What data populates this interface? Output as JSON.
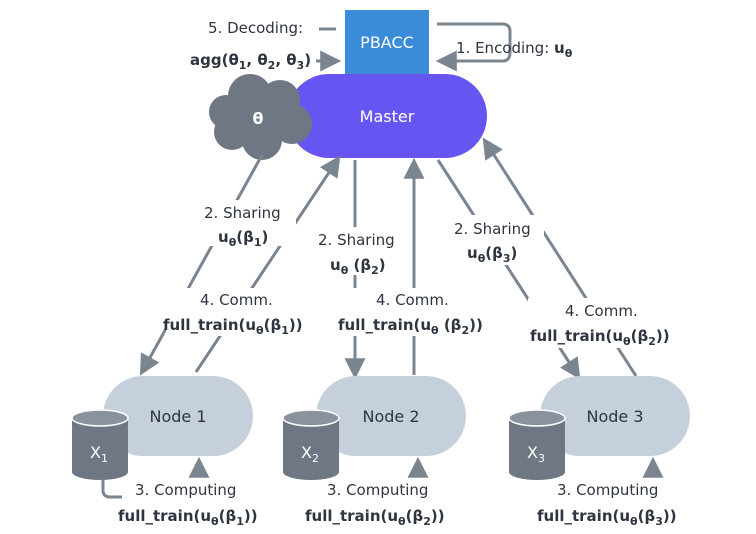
{
  "colors": {
    "pbacc": "#3a8bd8",
    "master": "#6655f0",
    "cloud": "#6f7784",
    "node": "#c5d0dc",
    "cylinder": "#6f7784",
    "arrow": "#7a8590"
  },
  "pbacc": {
    "label": "PBACC"
  },
  "master": {
    "label": "Master"
  },
  "cloud": {
    "label": "θ"
  },
  "decoding": {
    "line1": "5. Decoding:",
    "line2": "agg(θ",
    "s1": "1",
    "sep1": ", θ",
    "s2": "2",
    "sep2": ", θ",
    "s3": "3",
    "close": ")"
  },
  "encoding": {
    "text": "1. Encoding: ",
    "u": "u",
    "sub": "θ"
  },
  "sharing": [
    {
      "line1": "2. Sharing",
      "u": "u",
      "usub": "θ",
      "open": "(β",
      "bsub": "1",
      "close": ")"
    },
    {
      "line1": "2. Sharing",
      "u": "u",
      "usub": "θ",
      "open": " (β",
      "bsub": "2",
      "close": ")"
    },
    {
      "line1": "2. Sharing",
      "u": "u",
      "usub": "θ",
      "open": "(β",
      "bsub": "3",
      "close": ")"
    }
  ],
  "comm": [
    {
      "line1": "4. Comm.",
      "pre": "full_train(u",
      "usub": "θ",
      "open": "(β",
      "bsub": "1",
      "close": "))"
    },
    {
      "line1": "4. Comm.",
      "pre": "full_train(u",
      "usub": "θ",
      "open": " (β",
      "bsub": "2",
      "close": "))"
    },
    {
      "line1": "4. Comm.",
      "pre": "full_train(u",
      "usub": "θ",
      "open": "(β",
      "bsub": "2",
      "close": "))"
    }
  ],
  "nodes": [
    {
      "label": "Node 1",
      "x": "X",
      "xsub": "1"
    },
    {
      "label": "Node 2",
      "x": "X",
      "xsub": "2"
    },
    {
      "label": "Node 3",
      "x": "X",
      "xsub": "3"
    }
  ],
  "computing": [
    {
      "line1": "3. Computing",
      "pre": "full_train(u",
      "usub": "θ",
      "open": "(β",
      "bsub": "1",
      "close": "))"
    },
    {
      "line1": "3. Computing",
      "pre": "full_train(u",
      "usub": "θ",
      "open": "(β",
      "bsub": "2",
      "close": "))"
    },
    {
      "line1": "3. Computing",
      "pre": "full_train(u",
      "usub": "θ",
      "open": "(β",
      "bsub": "3",
      "close": "))"
    }
  ]
}
